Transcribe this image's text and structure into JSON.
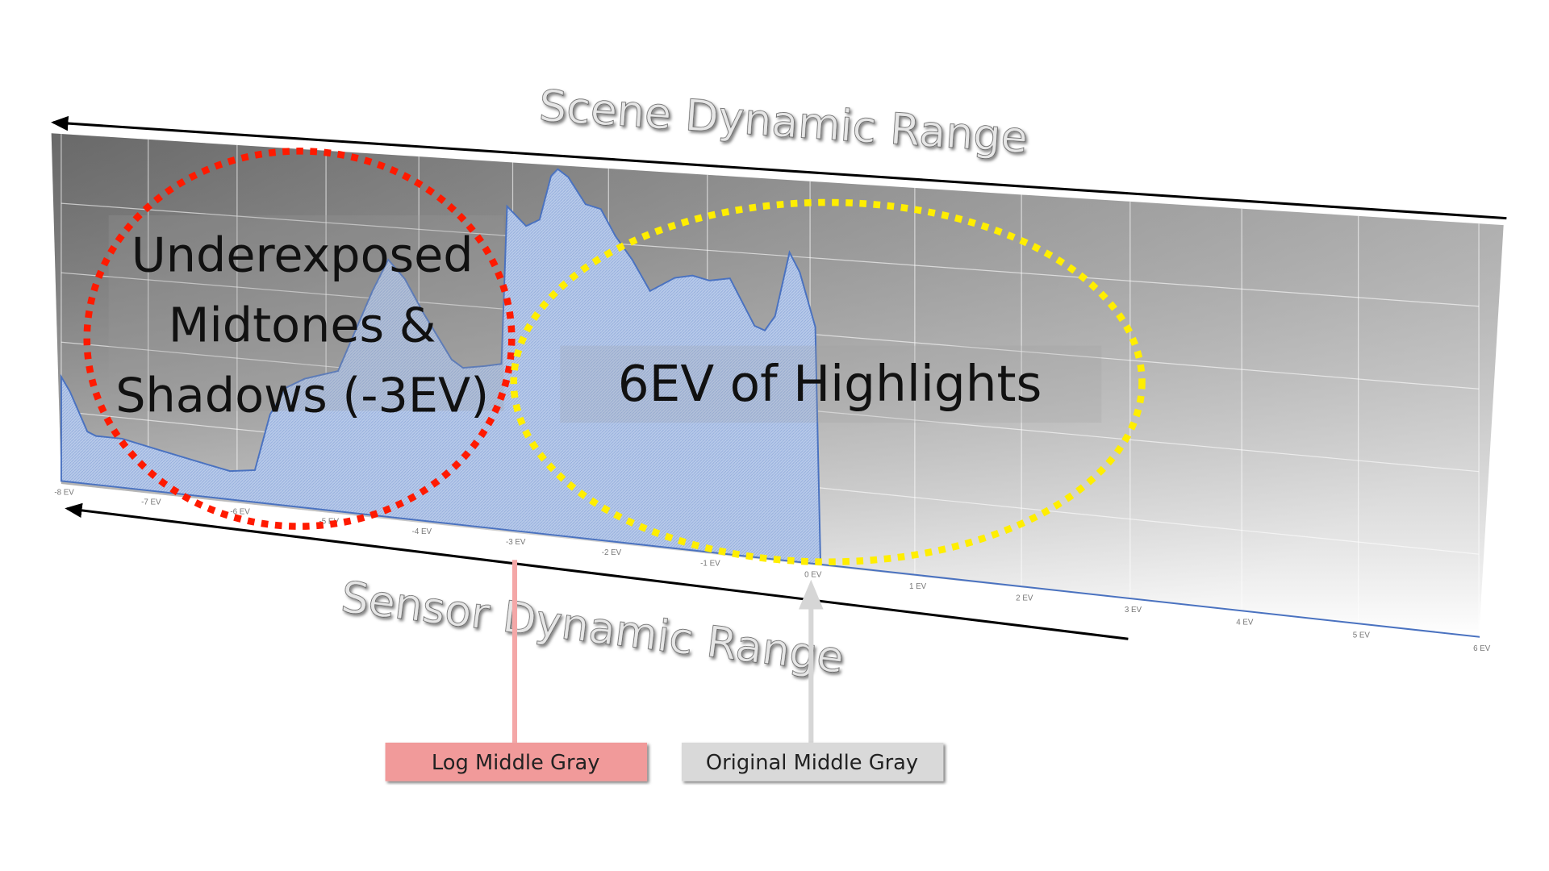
{
  "chart_data": {
    "type": "area",
    "title_top": "Scene Dynamic Range",
    "title_bottom": "Sensor Dynamic Range",
    "x_ticks": [
      "-8 EV",
      "-7 EV",
      "-6 EV",
      "-5 EV",
      "-4 EV",
      "-3 EV",
      "-2 EV",
      "-1 EV",
      "0 EV",
      "1 EV",
      "2 EV",
      "3 EV",
      "4 EV",
      "5 EV",
      "6 EV"
    ],
    "x_range": [
      -8,
      6
    ],
    "y_range": [
      0,
      1
    ],
    "series": [
      {
        "name": "histogram",
        "color": "#4a72c0",
        "points": [
          [
            -8,
            0.3
          ],
          [
            -7.9,
            0.26
          ],
          [
            -7.7,
            0.15
          ],
          [
            -7.6,
            0.14
          ],
          [
            -7.3,
            0.14
          ],
          [
            -6.9,
            0.12
          ],
          [
            -6.5,
            0.1
          ],
          [
            -6.08,
            0.08
          ],
          [
            -5.8,
            0.09
          ],
          [
            -5.63,
            0.25
          ],
          [
            -5.45,
            0.33
          ],
          [
            -5.24,
            0.36
          ],
          [
            -4.87,
            0.39
          ],
          [
            -4.5,
            0.62
          ],
          [
            -4.33,
            0.71
          ],
          [
            -4.15,
            0.66
          ],
          [
            -3.95,
            0.57
          ],
          [
            -3.65,
            0.45
          ],
          [
            -3.53,
            0.43
          ],
          [
            -3.3,
            0.44
          ],
          [
            -3.12,
            0.45
          ],
          [
            -3.06,
            0.88
          ],
          [
            -2.86,
            0.83
          ],
          [
            -2.72,
            0.85
          ],
          [
            -2.6,
            0.97
          ],
          [
            -2.53,
            0.99
          ],
          [
            -2.42,
            0.97
          ],
          [
            -2.24,
            0.9
          ],
          [
            -2.08,
            0.89
          ],
          [
            -1.93,
            0.82
          ],
          [
            -1.76,
            0.76
          ],
          [
            -1.58,
            0.68
          ],
          [
            -1.33,
            0.72
          ],
          [
            -1.15,
            0.73
          ],
          [
            -0.98,
            0.72
          ],
          [
            -0.78,
            0.73
          ],
          [
            -0.54,
            0.61
          ],
          [
            -0.44,
            0.6
          ],
          [
            -0.34,
            0.64
          ],
          [
            -0.2,
            0.81
          ],
          [
            -0.1,
            0.76
          ],
          [
            0.05,
            0.62
          ],
          [
            0.1,
            0.0
          ],
          [
            6,
            0.0
          ]
        ]
      }
    ],
    "annotations": {
      "underexposed": [
        "Underexposed",
        "Midtones &",
        "Shadows (-3EV)"
      ],
      "highlights": "6EV of Highlights"
    }
  },
  "markers": {
    "log_middle_gray": {
      "label": "Log Middle Gray",
      "ev": -3,
      "color": "#f19a9a"
    },
    "original_middle_gray": {
      "label": "Original Middle Gray",
      "ev": 0,
      "color": "#d9d9d9"
    }
  },
  "colors": {
    "red_circle": "#ff1a00",
    "yellow_circle": "#ffee00"
  }
}
